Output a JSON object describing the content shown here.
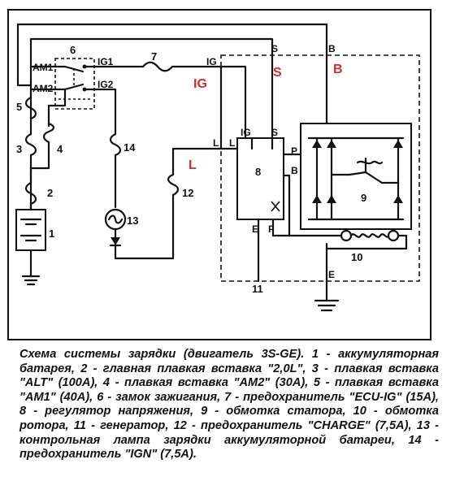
{
  "diagram": {
    "terminals": {
      "am1": "AM1",
      "am2": "AM2",
      "ig1": "IG1",
      "ig2": "IG2",
      "s_top": "S",
      "b_top": "B",
      "ig_top": "IG",
      "l_left": "L",
      "l_inner": "L",
      "ig_inner": "IG",
      "s_inner": "S",
      "p": "P",
      "b_inner": "B",
      "e_inner": "E",
      "f": "F",
      "e_bottom": "E"
    },
    "red_labels": {
      "ig": "IG",
      "s": "S",
      "b": "B",
      "l": "L"
    },
    "component_numbers": {
      "n1": "1",
      "n2": "2",
      "n3": "3",
      "n4": "4",
      "n5": "5",
      "n6": "6",
      "n7": "7",
      "n8": "8",
      "n9": "9",
      "n10": "10",
      "n11": "11",
      "n12": "12",
      "n13": "13",
      "n14": "14"
    },
    "colors": {
      "line": "#111111",
      "accent": "#d42b2b",
      "background": "#ffffff"
    }
  },
  "caption": {
    "text": "Схема системы зарядки (двигатель 3S-GE). 1 - аккумуляторная батарея, 2 - главная плавкая вставка \"2,0L\", 3 - плавкая вставка \"ALT\" (100A), 4 - плавкая вставка \"AM2\" (30A), 5 - плавкая вставка \"AM1\" (40A), 6 - замок зажигания, 7 - предохранитель \"ECU-IG\" (15A), 8 - регулятор напряжения, 9 - обмотка статора, 10 - обмотка ротора, 11 - генератор, 12 - предохранитель \"CHARGE\" (7,5A), 13 - контрольная лампа зарядки аккумуляторной батареи, 14 - предохранитель \"IGN\" (7,5A)."
  }
}
